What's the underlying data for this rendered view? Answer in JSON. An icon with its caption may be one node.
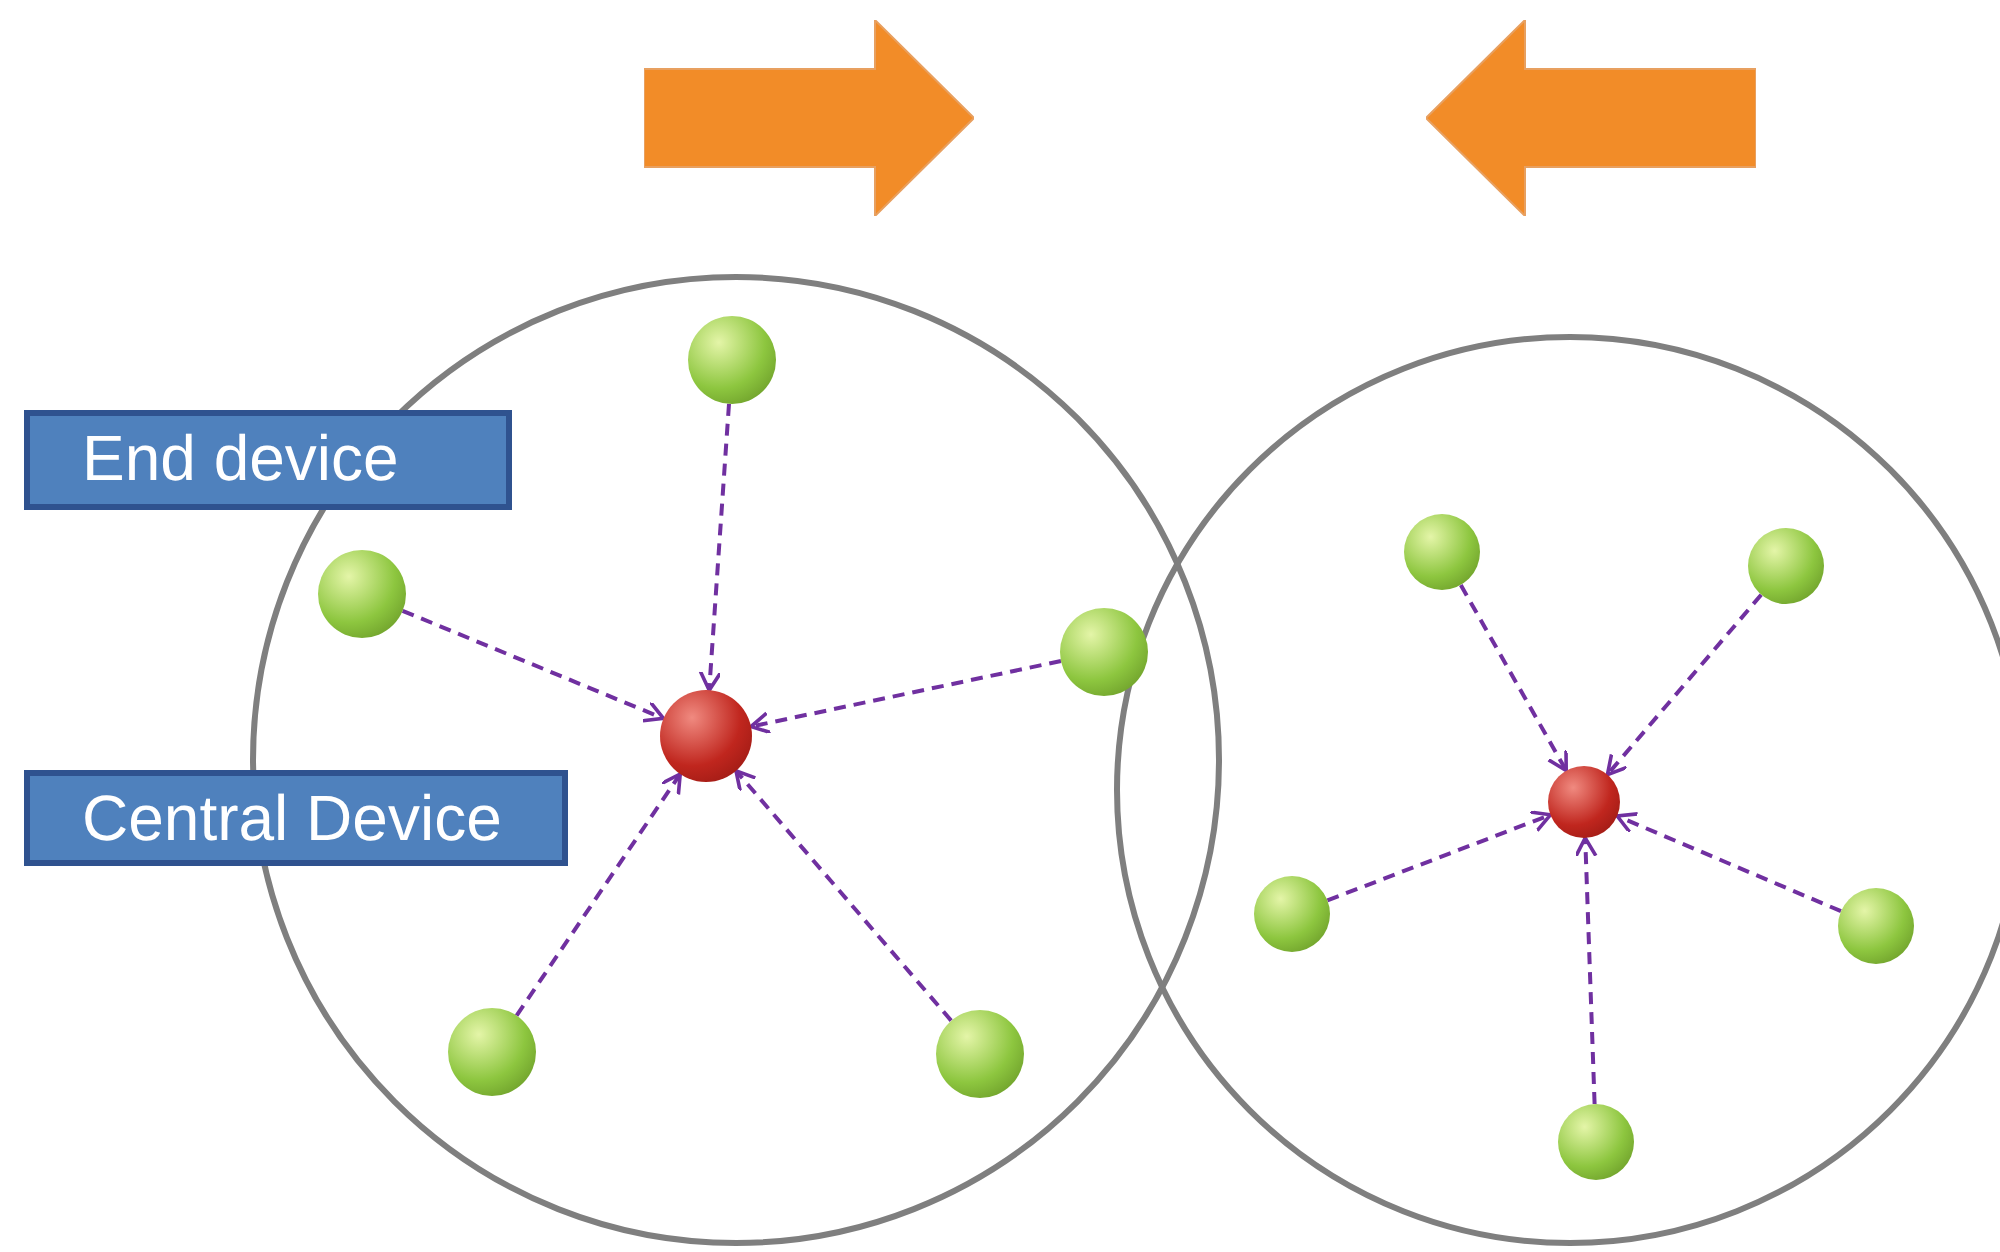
{
  "diagram": {
    "nodes": [
      {
        "text": [],
        "shape": "arrow"
      },
      {
        "text": [],
        "shape": "arrow"
      },
      {
        "text": [],
        "shape": "circle"
      },
      {
        "text": [],
        "shape": "circle"
      },
      {
        "text": [
          "End device"
        ]
      },
      {
        "text": [
          "Central Device"
        ]
      },
      {
        "text": [],
        "shape": "circle",
        "in": 2
      },
      {
        "text": [],
        "shape": "circle",
        "in": 2
      },
      {
        "text": [],
        "shape": "circle",
        "in": 2
      },
      {
        "text": [],
        "shape": "circle",
        "in": 2
      },
      {
        "text": [],
        "shape": "circle",
        "in": 2
      },
      {
        "text": [],
        "shape": "circle",
        "in": 2
      },
      {
        "text": [],
        "shape": "circle",
        "in": 3
      },
      {
        "text": [],
        "shape": "circle",
        "in": 3
      },
      {
        "text": [],
        "shape": "circle",
        "in": 3
      },
      {
        "text": [],
        "shape": "circle",
        "in": 3
      },
      {
        "text": [],
        "shape": "circle",
        "in": 3
      },
      {
        "text": [],
        "shape": "circle",
        "in": 3
      }
    ],
    "edges": [
      {
        "from": 7,
        "to": 6,
        "arrow": "to",
        "style": "dashed"
      },
      {
        "from": 8,
        "to": 6,
        "arrow": "to",
        "style": "dashed"
      },
      {
        "from": 9,
        "to": 6,
        "arrow": "to",
        "style": "dashed"
      },
      {
        "from": 10,
        "to": 6,
        "arrow": "to",
        "style": "dashed"
      },
      {
        "from": 11,
        "to": 6,
        "arrow": "to",
        "style": "dashed"
      },
      {
        "from": 13,
        "to": 12,
        "arrow": "to",
        "style": "dashed"
      },
      {
        "from": 14,
        "to": 12,
        "arrow": "to",
        "style": "dashed"
      },
      {
        "from": 15,
        "to": 12,
        "arrow": "to",
        "style": "dashed"
      },
      {
        "from": 16,
        "to": 12,
        "arrow": "to",
        "style": "dashed"
      },
      {
        "from": 17,
        "to": 12,
        "arrow": "to",
        "style": "dashed"
      }
    ]
  }
}
